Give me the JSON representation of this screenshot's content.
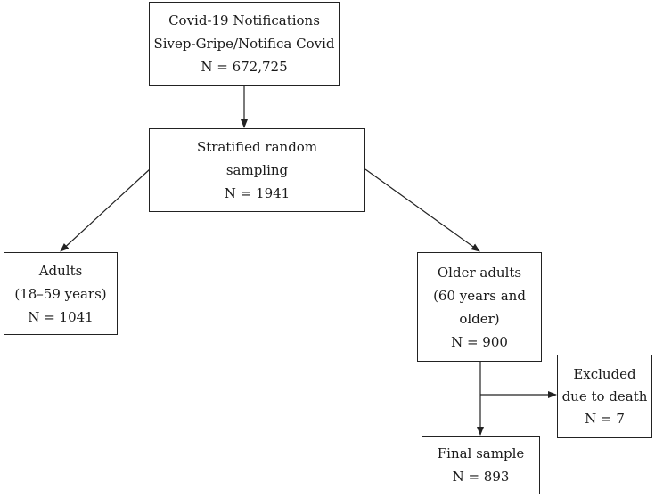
{
  "nodes": {
    "notifications": {
      "lines": [
        "Covid-19 Notifications",
        "Sivep-Gripe/Notifica Covid",
        "N = 672,725"
      ]
    },
    "sampling": {
      "lines": [
        "Stratified random",
        "sampling",
        "N = 1941"
      ]
    },
    "adults": {
      "lines": [
        "Adults",
        "(18–59 years)",
        "N = 1041"
      ]
    },
    "older_adults": {
      "lines": [
        "Older adults",
        "(60 years and",
        "older)",
        "N = 900"
      ]
    },
    "excluded": {
      "lines": [
        "Excluded",
        "due to death",
        "N = 7"
      ]
    },
    "final_sample": {
      "lines": [
        "Final sample",
        "N = 893"
      ]
    }
  },
  "edges": [
    {
      "from": "notifications",
      "to": "sampling"
    },
    {
      "from": "sampling",
      "to": "adults"
    },
    {
      "from": "sampling",
      "to": "older_adults"
    },
    {
      "from": "older_adults",
      "to": "excluded"
    },
    {
      "from": "older_adults",
      "to": "final_sample"
    }
  ]
}
